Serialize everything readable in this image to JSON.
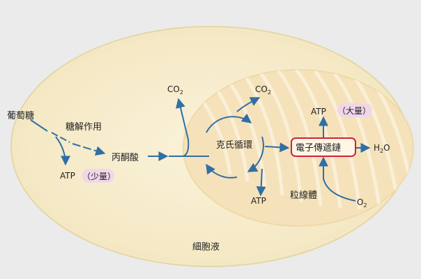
{
  "colors": {
    "background": "#ebebeb",
    "cell_fill": "#f7edcf",
    "cell_stroke": "#e6d6a6",
    "mito_fill": "#f5e2ba",
    "mito_stripe": "#fbf1db",
    "arrow": "#2f6fa5",
    "red_label": "#d0213b",
    "pink_badge": "#f1d6ea"
  },
  "labels": {
    "glucose": "葡萄糖",
    "glycolysis": "糖解作用",
    "pyruvate": "丙酮酸",
    "atp_small": "ATP",
    "small_amount": "（少量）",
    "co2_left": "CO",
    "co2_left_sub": "2",
    "co2_right": "CO",
    "co2_right_sub": "2",
    "krebs": "克氏循環",
    "atp_krebs": "ATP",
    "etc": "電子傳遞鏈",
    "atp_large": "ATP",
    "large_amount": "（大量）",
    "water_h": "H",
    "water_sub": "2",
    "water_o": "O",
    "oxygen": "O",
    "oxygen_sub": "2",
    "mitochondrion": "粒線體",
    "cytoplasm": "細胞液"
  }
}
